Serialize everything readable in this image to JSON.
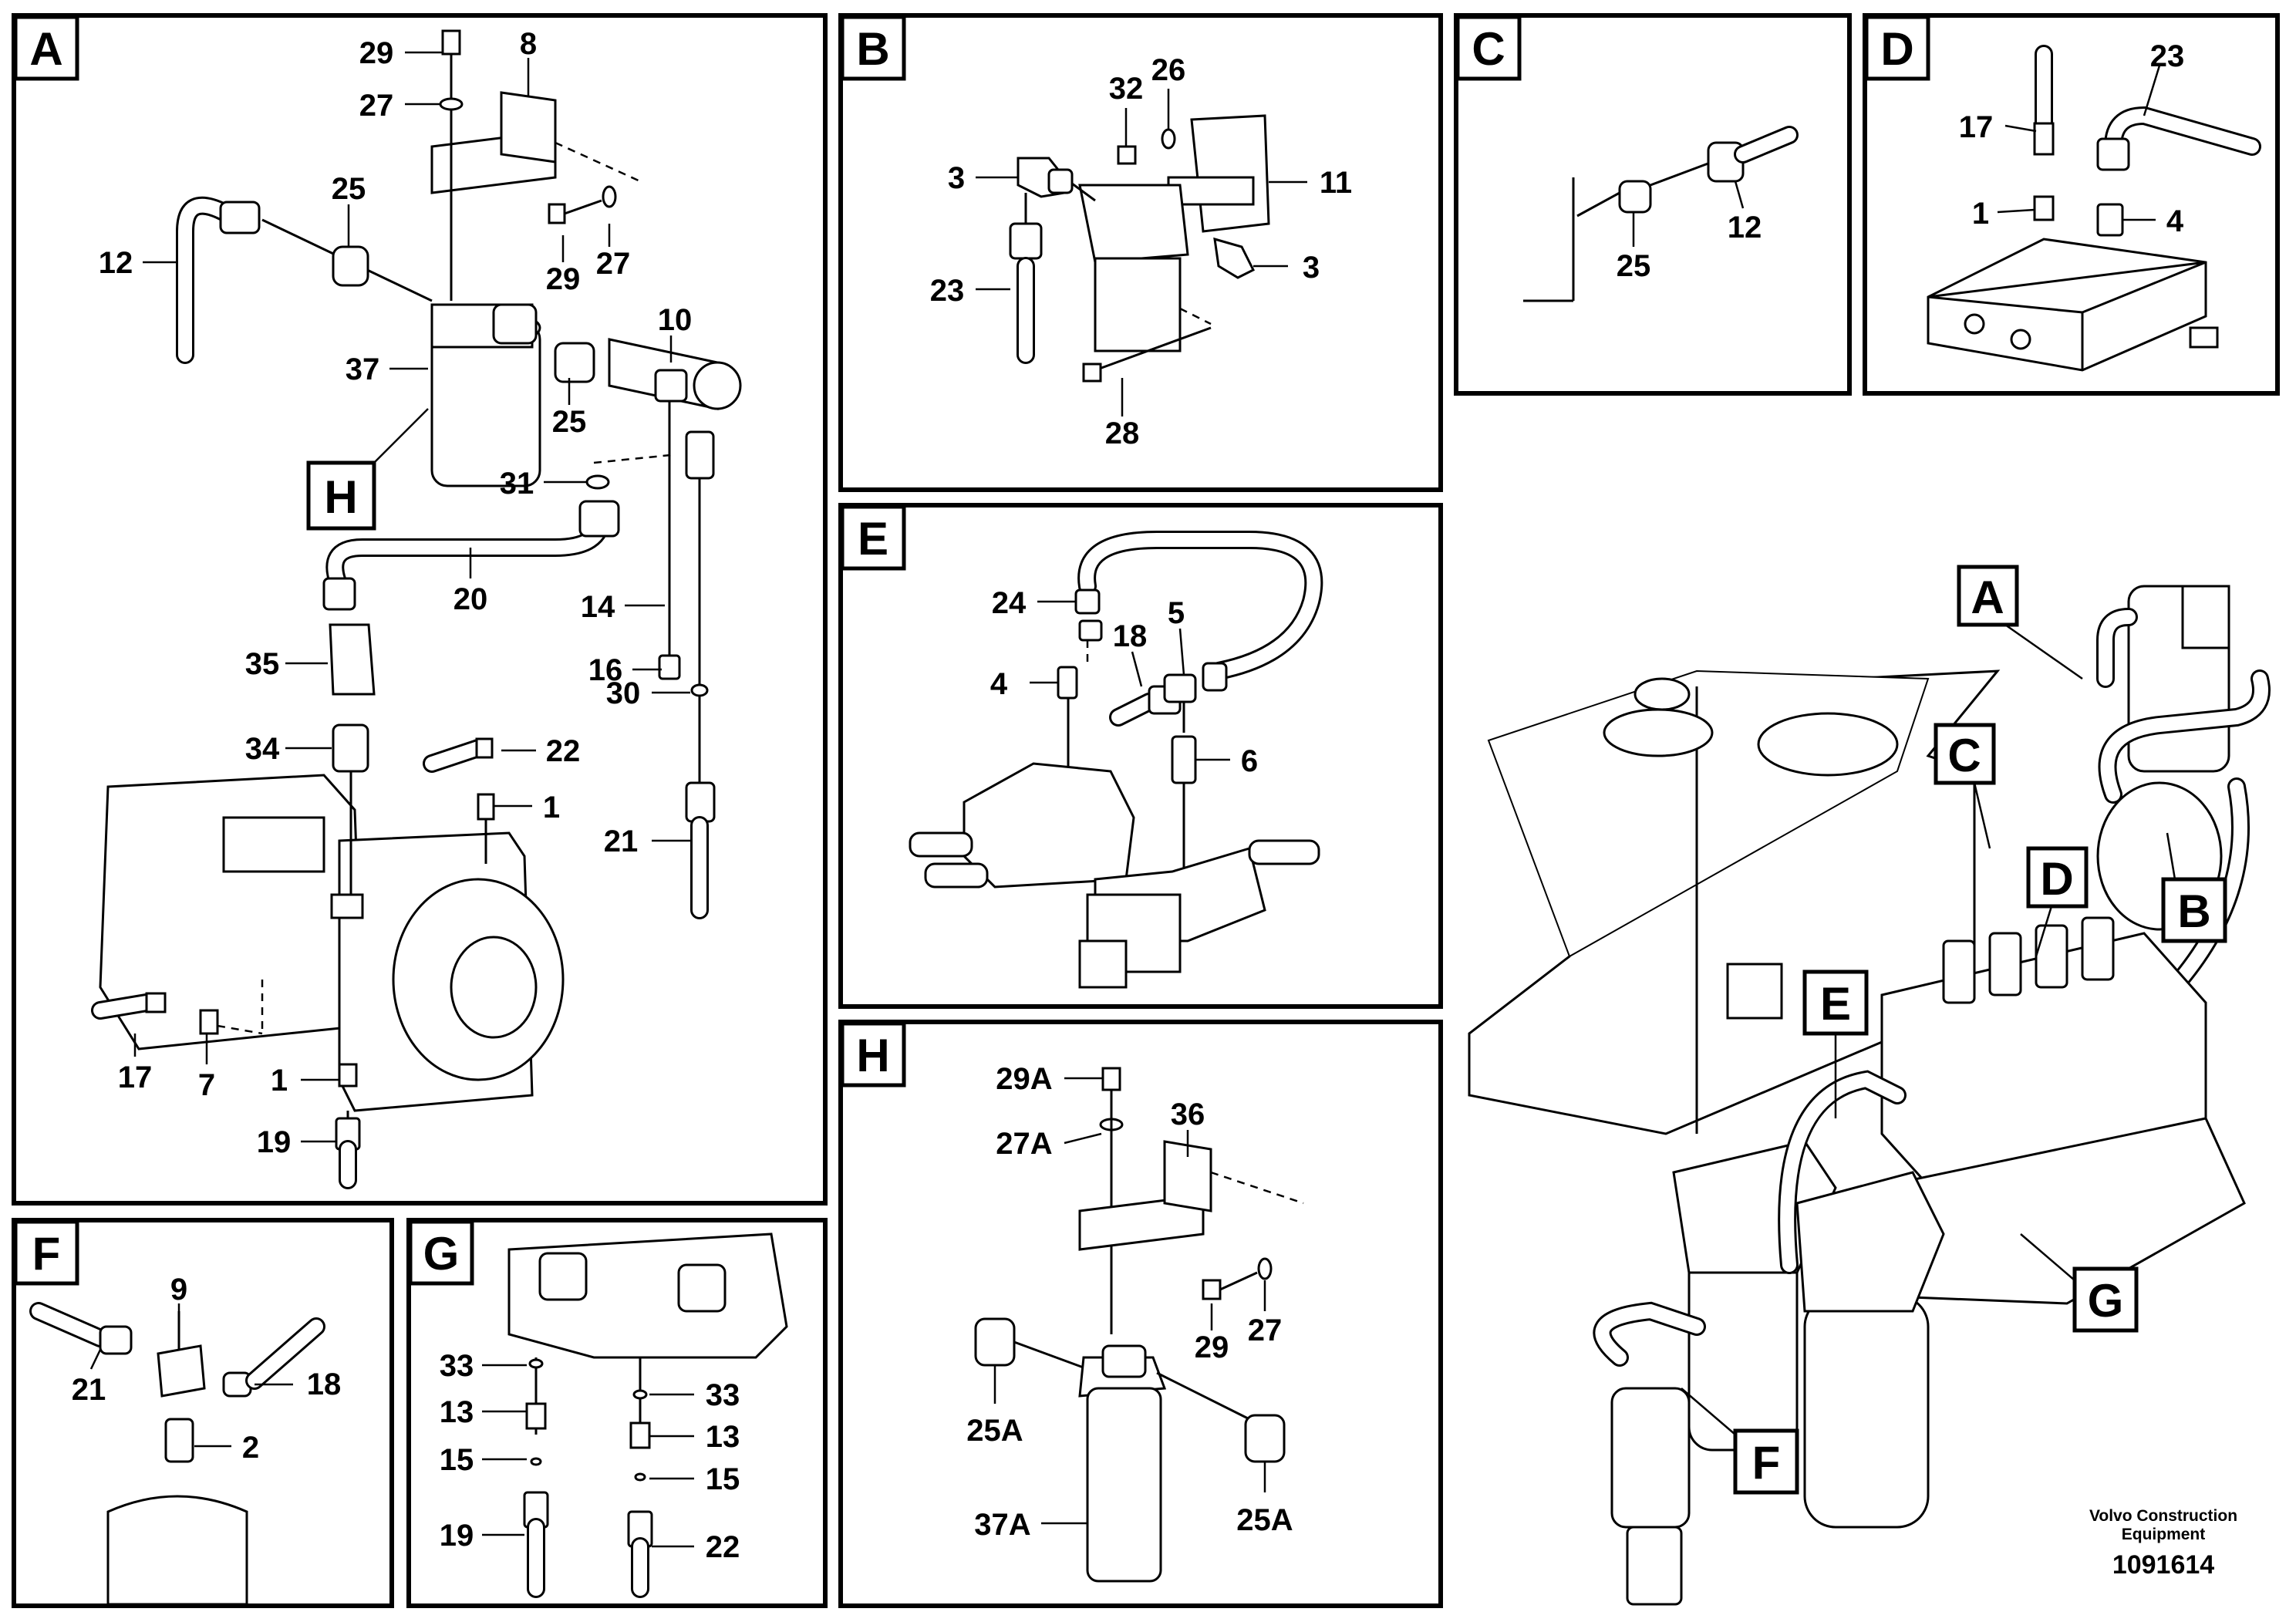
{
  "panels": {
    "A": {
      "letter": "A",
      "labels": [
        "29",
        "8",
        "27",
        "25",
        "12",
        "29",
        "27",
        "10",
        "37",
        "25",
        "31",
        "14",
        "16",
        "20",
        "35",
        "30",
        "34",
        "22",
        "1",
        "21",
        "17",
        "7",
        "1",
        "19"
      ],
      "callout": "H"
    },
    "B": {
      "letter": "B",
      "labels": [
        "32",
        "26",
        "3",
        "11",
        "3",
        "23",
        "28"
      ]
    },
    "C": {
      "letter": "C",
      "labels": [
        "25",
        "12"
      ]
    },
    "D": {
      "letter": "D",
      "labels": [
        "23",
        "17",
        "1",
        "4"
      ]
    },
    "E": {
      "letter": "E",
      "labels": [
        "24",
        "18",
        "5",
        "4",
        "6"
      ]
    },
    "F": {
      "letter": "F",
      "labels": [
        "9",
        "21",
        "18",
        "2"
      ]
    },
    "G": {
      "letter": "G",
      "labels": [
        "33",
        "13",
        "15",
        "19",
        "33",
        "13",
        "15",
        "22"
      ]
    },
    "H": {
      "letter": "H",
      "labels": [
        "29A",
        "36",
        "27A",
        "29",
        "27",
        "25A",
        "37A",
        "25A"
      ]
    }
  },
  "overview": {
    "tags": [
      "A",
      "C",
      "D",
      "B",
      "E",
      "G",
      "F"
    ]
  },
  "footer": {
    "company_line1": "Volvo Construction",
    "company_line2": "Equipment",
    "drawing_id": "1091614"
  }
}
